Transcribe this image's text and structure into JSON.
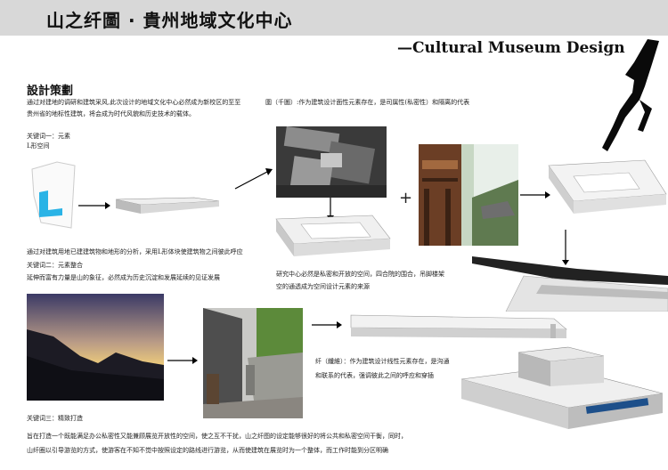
{
  "header": {
    "title": "山之纤圖 · 貴州地域文化中心",
    "subtitle": "—Cultural Museum Design"
  },
  "section": {
    "heading": "設計策劃",
    "intro_line1": "通过对建地的调研和建筑采风,此次设计的地域文化中心必然成为新校区的至至",
    "intro_line2": "贵州省的地标性建筑，将会成为时代风貌和历史技术的载体。",
    "kw1_title": "关键词一：元素",
    "kw1_sub": "L形空间",
    "kw1_text": "通过对建筑用地已建建筑物和地形的分析，采用L形体块使建筑物之间彼此呼应",
    "kw2_title": "关键词二：元素整合",
    "kw2_text": "延伸而富有力量是山的象征，必然成为历史沉淀和发展延续的见证发展",
    "mid_text1": "圍（千圖）:作为建筑设计面性元素存在，是司属性(私密性）和隔离的代表",
    "center_text1": "研究中心必然是私密和开放的空间，四合院的围合，吊脚楼架",
    "center_text2": "空的通透成为空间设计元素的来源",
    "thread_text1": "纤（纖維）：作为建筑设计线性元素存在，是沟通",
    "thread_text2": "和联系的代表，强调彼此之间的呼应和穿插",
    "kw3_title": "关键词三：精致打造",
    "kw3_text1": "旨在打造一个既能满足办公私密性又能兼顾展览开放性的空间，使之互不干扰，山之纤图的设定能够很好的将公共和私密空间干衡，同时，",
    "kw3_text2": "山纤圈以引导游览的方式，使游客在不知不觉中按照设定的路线进行游览，从而使建筑在展览时为一个整体，而工作时能到分区明确"
  },
  "plus_symbol": "+",
  "colors": {
    "accent_blue": "#2ab3e6",
    "band_gray": "#d8d8d8"
  }
}
